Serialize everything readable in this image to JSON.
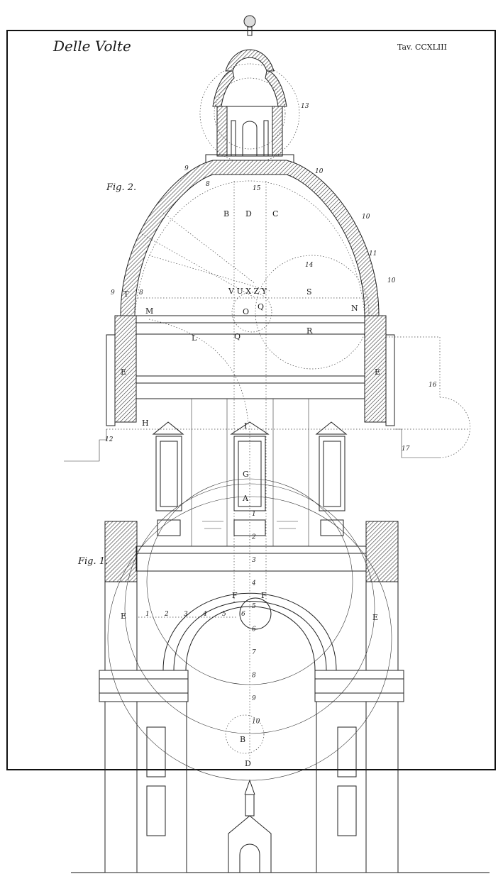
{
  "header": {
    "left_title": "Delle Volte",
    "right_title": "Tav. CCXLIII"
  },
  "figures": {
    "fig1": "Fig. 1.",
    "fig2": "Fig. 2."
  },
  "labels": {
    "B_top": "B",
    "D_top": "D",
    "C_top": "C",
    "VUXZY": "V U X Z Y",
    "S": "S",
    "M": "M",
    "N": "N",
    "O": "O",
    "Q_up": "Q",
    "L": "L",
    "Q_low": "Q",
    "R": "R",
    "T": "T",
    "E_left_upper": "E",
    "E_right_upper": "E",
    "H": "H",
    "I": "I",
    "G": "G",
    "A": "A",
    "F_left": "F",
    "F_right": "F",
    "E_left_lower": "E",
    "E_right_lower": "E",
    "B_bottom": "B",
    "D_bottom": "D"
  },
  "numbers": {
    "n13": "13",
    "n14": "14",
    "n15": "15",
    "n16": "16",
    "n17": "17",
    "n12": "12",
    "n9a": "9",
    "n9b": "9",
    "n8a": "8",
    "n8b": "8",
    "n10a": "10",
    "n10b": "10",
    "n10c": "10",
    "n11": "11",
    "scale": [
      "1",
      "2",
      "3",
      "4",
      "5",
      "6",
      "7",
      "8",
      "9",
      "10"
    ],
    "horiz": [
      "1",
      "2",
      "3",
      "4",
      "5",
      "6"
    ]
  }
}
